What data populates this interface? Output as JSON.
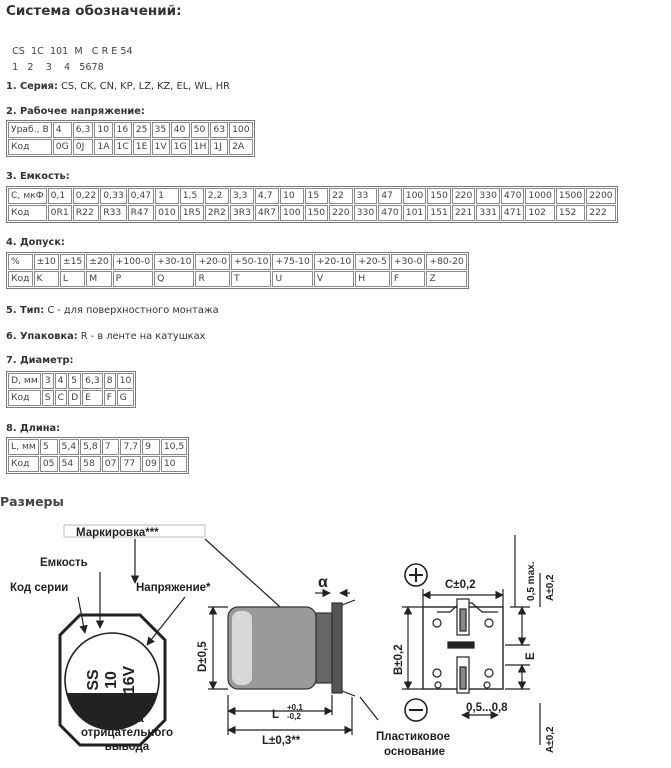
{
  "title": "Система обозначений:",
  "code_parts": [
    "CS",
    "1C",
    "101",
    "M",
    "C",
    "R",
    "E",
    "54"
  ],
  "code_nums": [
    "1",
    "2",
    "3",
    "4",
    "5",
    "6",
    "7",
    "8"
  ],
  "s1": {
    "label": "1. Серия:",
    "text": "CS, CK, CN, KP, LZ, KZ, EL, WL, HR"
  },
  "s2": {
    "label": "2. Рабочее напряжение:",
    "rows": [
      [
        "Ураб., В",
        "4",
        "6,3",
        "10",
        "16",
        "25",
        "35",
        "40",
        "50",
        "63",
        "100"
      ],
      [
        "Код",
        "0G",
        "0J",
        "1A",
        "1C",
        "1E",
        "1V",
        "1G",
        "1H",
        "1J",
        "2A"
      ]
    ]
  },
  "s3": {
    "label": "3. Емкость:",
    "rows": [
      [
        "С, мкФ",
        "0,1",
        "0,22",
        "0,33",
        "0,47",
        "1",
        "1,5",
        "2,2",
        "3,3",
        "4,7",
        "10",
        "15",
        "22",
        "33",
        "47",
        "100",
        "150",
        "220",
        "330",
        "470",
        "1000",
        "1500",
        "2200"
      ],
      [
        "Код",
        "0R1",
        "R22",
        "R33",
        "R47",
        "010",
        "1R5",
        "2R2",
        "3R3",
        "4R7",
        "100",
        "150",
        "220",
        "330",
        "470",
        "101",
        "151",
        "221",
        "331",
        "471",
        "102",
        "152",
        "222"
      ]
    ]
  },
  "s4": {
    "label": "4. Допуск:",
    "rows": [
      [
        "%",
        "±10",
        "±15",
        "±20",
        "+100-0",
        "+30-10",
        "+20-0",
        "+50-10",
        "+75-10",
        "+20-10",
        "+20-5",
        "+30-0",
        "+80-20"
      ],
      [
        "Код",
        "K",
        "L",
        "M",
        "P",
        "Q",
        "R",
        "T",
        "U",
        "V",
        "H",
        "F",
        "Z"
      ]
    ]
  },
  "s5": {
    "label": "5. Тип:",
    "text": "С - для поверхностного монтажа"
  },
  "s6": {
    "label": "6. Упаковка:",
    "text": "R - в ленте на катушках"
  },
  "s7": {
    "label": "7. Диаметр:",
    "rows": [
      [
        "D, мм",
        "3",
        "4",
        "5",
        "6,3",
        "8",
        "10"
      ],
      [
        "Код",
        "S",
        "C",
        "D",
        "E",
        "F",
        "G"
      ]
    ]
  },
  "s8": {
    "label": "8. Длина:",
    "rows": [
      [
        "L, мм",
        "5",
        "5,4",
        "5,8",
        "7",
        "7,7",
        "9",
        "10,5"
      ],
      [
        "Код",
        "05",
        "54",
        "58",
        "07",
        "77",
        "09",
        "10"
      ]
    ]
  },
  "dims_title": "Размеры",
  "diagram": {
    "marking": "Маркировка***",
    "capacity": "Емкость",
    "series_code": "Код серии",
    "voltage": "Напряжение*",
    "cap_text": [
      "SS",
      "10",
      "16V"
    ],
    "neg_mark": [
      "Метка",
      "отрицательного",
      "вывода"
    ],
    "alpha": "α",
    "d_dim": "D±0,5",
    "l_dim": "L",
    "l_tol_up": "+0,1",
    "l_tol_dn": "-0,2",
    "l2_dim": "L±0,3**",
    "plastic": [
      "Пластиковое",
      "основание"
    ],
    "c_dim": "С±0,2",
    "b_dim": "В±0,2",
    "e_dim": "E",
    "max_dim": "0,5 max.",
    "a_top": "A±0,2",
    "a_bot": "A±0,2",
    "range_dim": "0,5...0,8",
    "plus": "+",
    "minus": "−"
  },
  "colors": {
    "text": "#333333",
    "border": "#8a8a8a",
    "drawing": "#222222",
    "body_grey": "#9a9a9a"
  }
}
